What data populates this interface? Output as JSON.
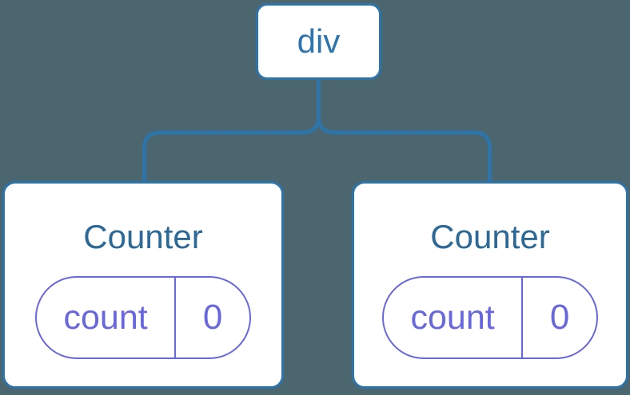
{
  "diagram": {
    "description": "React component tree diagram with a div root node and two Counter children each holding count state",
    "background_color": "#4C6670",
    "node_fill_color": "#FFFFFF",
    "accent_blue": "#2E74A8",
    "title_blue": "#2D6996",
    "state_purple": "#6967DC",
    "root": {
      "label": "div"
    },
    "children": [
      {
        "title": "Counter",
        "state_key": "count",
        "state_value": "0"
      },
      {
        "title": "Counter",
        "state_key": "count",
        "state_value": "0"
      }
    ]
  }
}
